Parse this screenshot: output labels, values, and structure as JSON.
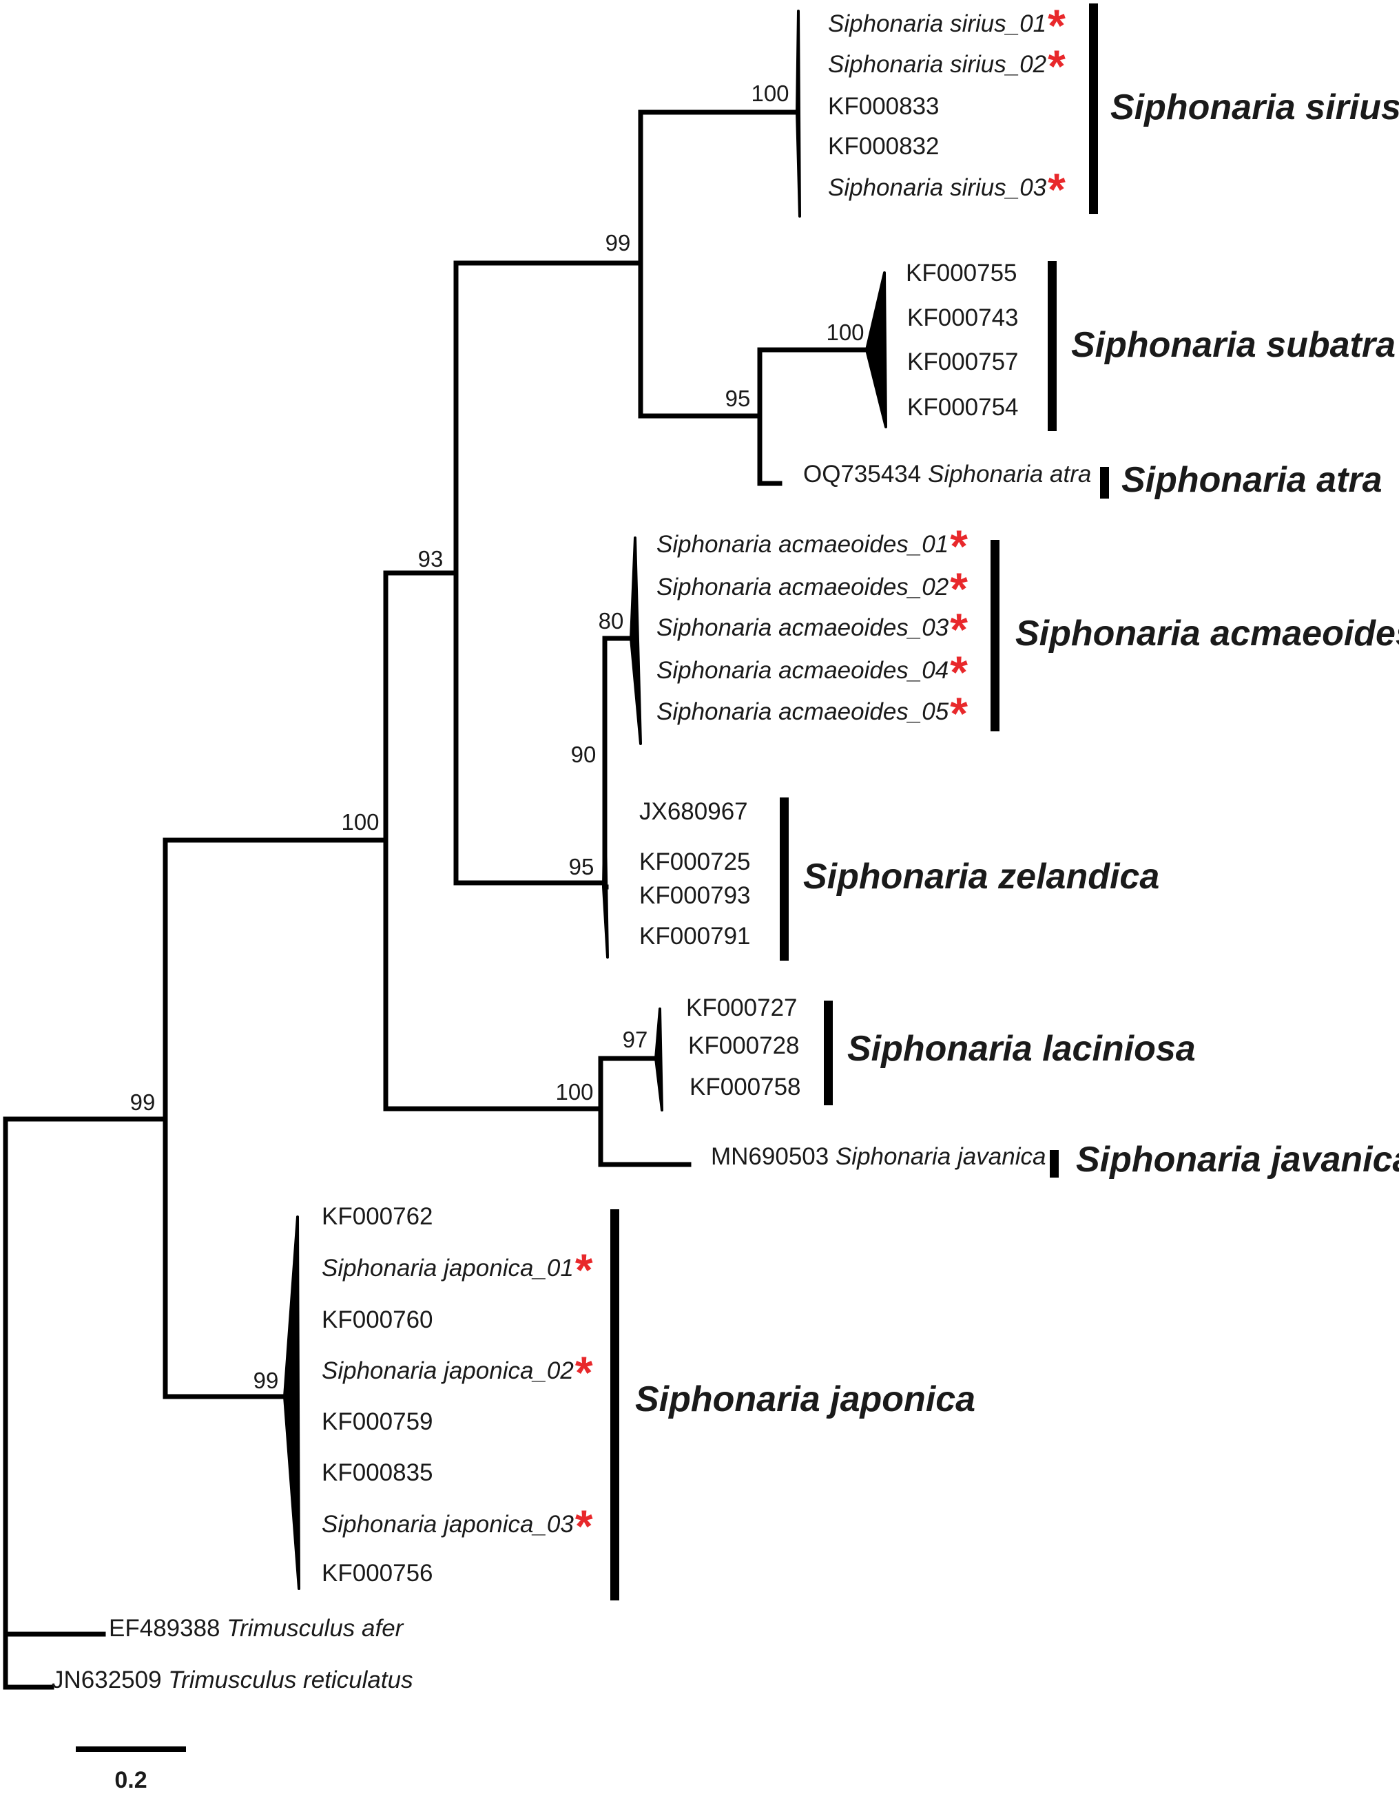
{
  "accent": {
    "star": "#e8282b",
    "line": "#000000"
  },
  "star_glyph": "*",
  "scale_bar": {
    "label": "0.2"
  },
  "support": [
    "100",
    "99",
    "100",
    "95",
    "93",
    "80",
    "90",
    "95",
    "100",
    "97",
    "100",
    "99",
    "99"
  ],
  "leaves": [
    {
      "acc": "",
      "name": "Siphonaria sirius_01",
      "star": true
    },
    {
      "acc": "",
      "name": "Siphonaria sirius_02",
      "star": true
    },
    {
      "acc": "KF000833",
      "name": "",
      "star": false
    },
    {
      "acc": "KF000832",
      "name": "",
      "star": false
    },
    {
      "acc": "",
      "name": "Siphonaria sirius_03",
      "star": true
    },
    {
      "acc": "KF000755",
      "name": "",
      "star": false
    },
    {
      "acc": "KF000743",
      "name": "",
      "star": false
    },
    {
      "acc": "KF000757",
      "name": "",
      "star": false
    },
    {
      "acc": "KF000754",
      "name": "",
      "star": false
    },
    {
      "acc": "OQ735434 ",
      "name": "Siphonaria atra",
      "star": false
    },
    {
      "acc": "",
      "name": "Siphonaria acmaeoides_01",
      "star": true
    },
    {
      "acc": "",
      "name": "Siphonaria acmaeoides_02",
      "star": true
    },
    {
      "acc": "",
      "name": "Siphonaria acmaeoides_03",
      "star": true
    },
    {
      "acc": "",
      "name": "Siphonaria acmaeoides_04",
      "star": true
    },
    {
      "acc": "",
      "name": "Siphonaria acmaeoides_05",
      "star": true
    },
    {
      "acc": "JX680967",
      "name": "",
      "star": false
    },
    {
      "acc": "KF000725",
      "name": "",
      "star": false
    },
    {
      "acc": "KF000793",
      "name": "",
      "star": false
    },
    {
      "acc": "KF000791",
      "name": "",
      "star": false
    },
    {
      "acc": "KF000727",
      "name": "",
      "star": false
    },
    {
      "acc": "KF000728",
      "name": "",
      "star": false
    },
    {
      "acc": "KF000758",
      "name": "",
      "star": false
    },
    {
      "acc": "MN690503 ",
      "name": "Siphonaria javanica",
      "star": false
    },
    {
      "acc": "KF000762",
      "name": "",
      "star": false
    },
    {
      "acc": "",
      "name": "Siphonaria japonica_01",
      "star": true
    },
    {
      "acc": "KF000760",
      "name": "",
      "star": false
    },
    {
      "acc": "",
      "name": "Siphonaria japonica_02",
      "star": true
    },
    {
      "acc": "KF000759",
      "name": "",
      "star": false
    },
    {
      "acc": "KF000835",
      "name": "",
      "star": false
    },
    {
      "acc": "",
      "name": "Siphonaria japonica_03",
      "star": true
    },
    {
      "acc": "KF000756",
      "name": "",
      "star": false
    },
    {
      "acc": "EF489388 ",
      "name": "Trimusculus afer",
      "star": false
    },
    {
      "acc": "JN632509 ",
      "name": "Trimusculus reticulatus",
      "star": false
    }
  ],
  "clades": [
    "Siphonaria sirius",
    "Siphonaria subatra",
    "Siphonaria atra",
    "Siphonaria acmaeoides",
    "Siphonaria zelandica",
    "Siphonaria laciniosa",
    "Siphonaria javanica",
    "Siphonaria japonica"
  ]
}
